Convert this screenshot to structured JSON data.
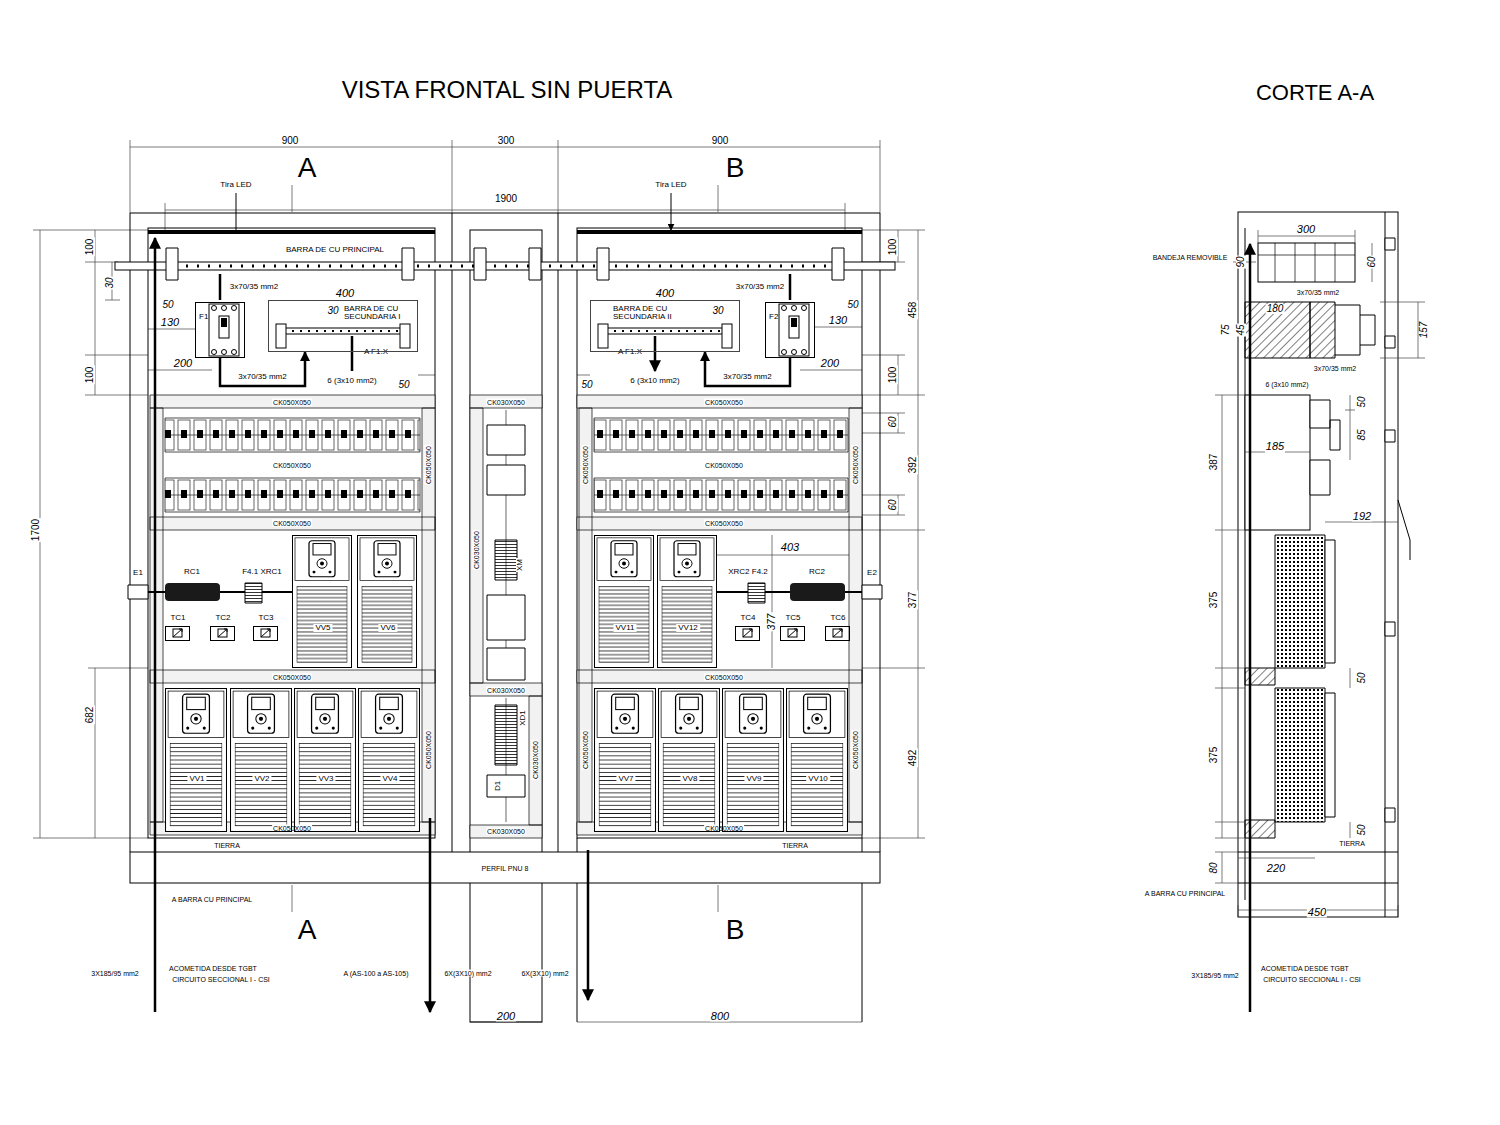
{
  "diagram": {
    "title": "VISTA FRONTAL SIN PUERTA",
    "nodes": [
      {
        "text": [
          "F1"
        ]
      },
      {
        "text": [
          "BARRA DE CU SECUNDARIA I"
        ]
      },
      {
        "text": [
          "BARRA DE CU SECUNDARIA II"
        ]
      },
      {
        "text": [
          "F2"
        ]
      },
      {
        "text": [
          "RC1"
        ]
      },
      {
        "text": [
          "TC1"
        ]
      },
      {
        "text": [
          "TC2"
        ]
      },
      {
        "text": [
          "TC3"
        ]
      },
      {
        "text": [
          "VV5"
        ]
      },
      {
        "text": [
          "VV6"
        ]
      },
      {
        "text": [
          "VV11"
        ]
      },
      {
        "text": [
          "VV12"
        ]
      },
      {
        "text": [
          "RC2"
        ]
      },
      {
        "text": [
          "TC4"
        ]
      },
      {
        "text": [
          "TC5"
        ]
      },
      {
        "text": [
          "TC6"
        ]
      },
      {
        "text": [
          "VV1"
        ]
      },
      {
        "text": [
          "VV2"
        ]
      },
      {
        "text": [
          "VV3"
        ]
      },
      {
        "text": [
          "VV4"
        ]
      },
      {
        "text": [
          "VV7"
        ]
      },
      {
        "text": [
          "VV8"
        ]
      },
      {
        "text": [
          "VV9"
        ]
      },
      {
        "text": [
          "VV10"
        ]
      }
    ],
    "edges": [
      {
        "from": 0,
        "to": 1,
        "label": "3x70/35 mm2",
        "arrow": "to"
      },
      {
        "from": 3,
        "to": 2,
        "label": "3x70/35 mm2",
        "arrow": "to"
      }
    ],
    "labels": [
      "CORTE A-A",
      "900",
      "300",
      "900",
      "A",
      "B",
      "Tira LED",
      "Tira LED",
      "1900",
      "100",
      "30",
      "100",
      "1700",
      "682",
      "100",
      "458",
      "100",
      "60",
      "392",
      "60",
      "377",
      "492",
      "BARRA DE CU PRINCIPAL",
      "3x70/35 mm2",
      "3x70/35 mm2",
      "400",
      "400",
      "50",
      "50",
      "30",
      "30",
      "130",
      "130",
      "A F1.X",
      "A F1.X",
      "200",
      "200",
      "6 (3x10 mm2)",
      "6 (3x10 mm2)",
      "50",
      "50",
      "CK050X050",
      "CK030X050",
      "CK050X050",
      "CK050X050",
      "CK050X050",
      "CK050X050",
      "CK050X050",
      "CK050X050",
      "CK030X050",
      "CK050X050",
      "CK050X050",
      "E1",
      "F4.1 XRC1",
      "XRC2 F4.2",
      "E2",
      "403",
      "377",
      "XM",
      "CK050X050",
      "CK050X050",
      "CK030X050",
      "CK050X050",
      "CK050X050",
      "CK050X050",
      "CK030X050",
      "XD1",
      "D1",
      "CK050X050",
      "CK050X050",
      "CK030X050",
      "TIERRA",
      "TIERRA",
      "PERFIL PNU 8",
      "A BARRA CU PRINCIPAL",
      "A",
      "B",
      "3X185/95 mm2",
      "ACOMETIDA DESDE TGBT",
      "CIRCUITO SECCIONAL I - CSI",
      "A (AS-100 a AS-105)",
      "6X(3X10) mm2",
      "6X(3X10) mm2",
      "200",
      "800",
      "300",
      "BANDEJA REMOVIBLE",
      "90",
      "60",
      "3x70/35 mm2",
      "180",
      "75",
      "45",
      "157",
      "3x70/35 mm2",
      "6 (3x10 mm2)",
      "50",
      "85",
      "185",
      "387",
      "192",
      "375",
      "50",
      "375",
      "50",
      "TIERRA",
      "80",
      "220",
      "A BARRA CU PRINCIPAL",
      "450",
      "3X185/95 mm2",
      "ACOMETIDA DESDE TGBT",
      "CIRCUITO SECCIONAL I - CSI"
    ]
  }
}
